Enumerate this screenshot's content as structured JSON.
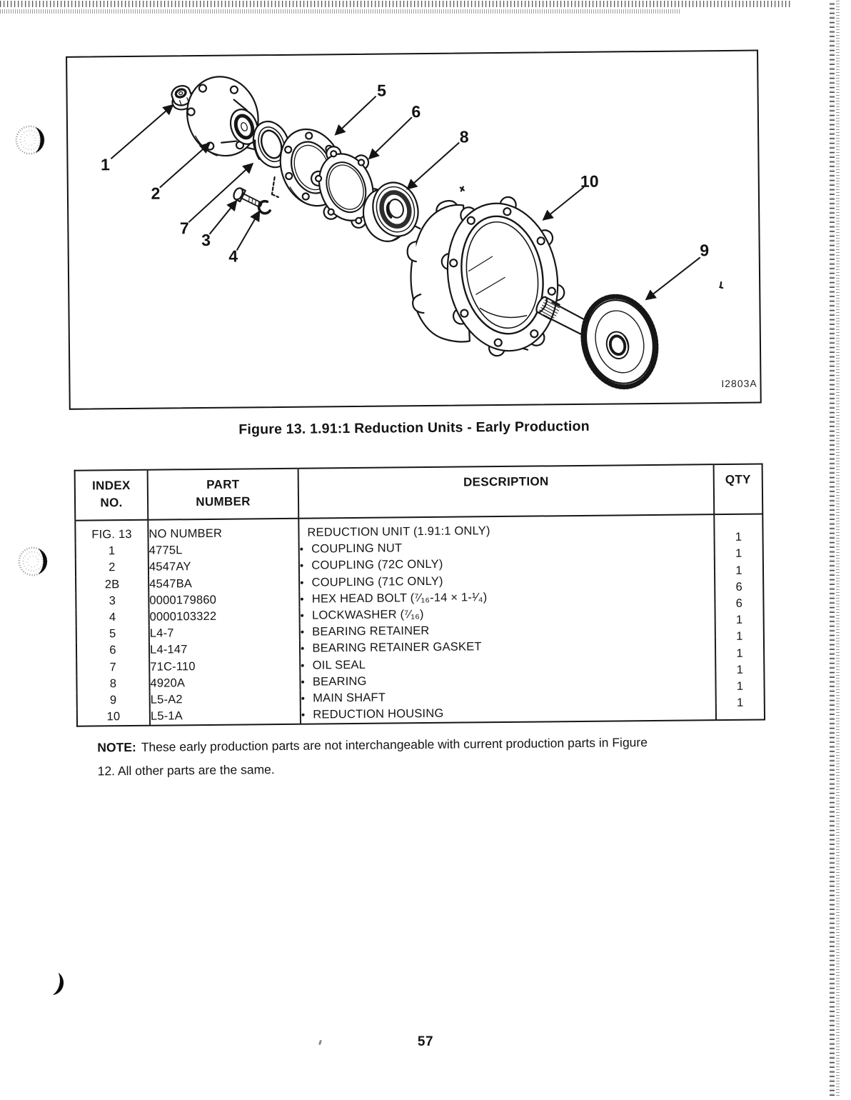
{
  "figure": {
    "caption": "Figure 13. 1.91:1 Reduction Units - Early Production",
    "image_code": "I2803A",
    "callouts": [
      "1",
      "2",
      "7",
      "3",
      "4",
      "5",
      "6",
      "8",
      "10",
      "9"
    ]
  },
  "parts_table": {
    "headers": {
      "index_line1": "INDEX",
      "index_line2": "NO.",
      "part_line1": "PART",
      "part_line2": "NUMBER",
      "description": "DESCRIPTION",
      "qty": "QTY"
    },
    "rows": [
      {
        "index": "FIG. 13",
        "part": "NO NUMBER",
        "bullet": "",
        "desc": "REDUCTION UNIT (1.91:1 ONLY)",
        "qty": ""
      },
      {
        "index": "1",
        "part": "4775L",
        "bullet": "•",
        "desc": "COUPLING NUT",
        "qty": "1"
      },
      {
        "index": "2",
        "part": "4547AY",
        "bullet": "•",
        "desc": "COUPLING (72C ONLY)",
        "qty": "1"
      },
      {
        "index": "2B",
        "part": "4547BA",
        "bullet": "•",
        "desc": "COUPLING (71C ONLY)",
        "qty": "1"
      },
      {
        "index": "3",
        "part": "0000179860",
        "bullet": "•",
        "desc": "HEX HEAD BOLT (⁷⁄₁₆-14 × 1-¹⁄₄)",
        "qty": "6"
      },
      {
        "index": "4",
        "part": "0000103322",
        "bullet": "•",
        "desc": "LOCKWASHER (⁷⁄₁₆)",
        "qty": "6"
      },
      {
        "index": "5",
        "part": "L4-7",
        "bullet": "•",
        "desc": "BEARING RETAINER",
        "qty": "1"
      },
      {
        "index": "6",
        "part": "L4-147",
        "bullet": "•",
        "desc": "BEARING RETAINER GASKET",
        "qty": "1"
      },
      {
        "index": "7",
        "part": "71C-110",
        "bullet": "•",
        "desc": "OIL SEAL",
        "qty": "1"
      },
      {
        "index": "8",
        "part": "4920A",
        "bullet": "•",
        "desc": "BEARING",
        "qty": "1"
      },
      {
        "index": "9",
        "part": "L5-A2",
        "bullet": "•",
        "desc": "MAIN SHAFT",
        "qty": "1"
      },
      {
        "index": "10",
        "part": "L5-1A",
        "bullet": "•",
        "desc": "REDUCTION HOUSING",
        "qty": "1"
      }
    ]
  },
  "page": {
    "note": {
      "label": "NOTE:",
      "line1": "These early production parts are not interchangeable with current production parts in Figure",
      "line2": "12. All other parts are the same."
    },
    "number": "57"
  }
}
